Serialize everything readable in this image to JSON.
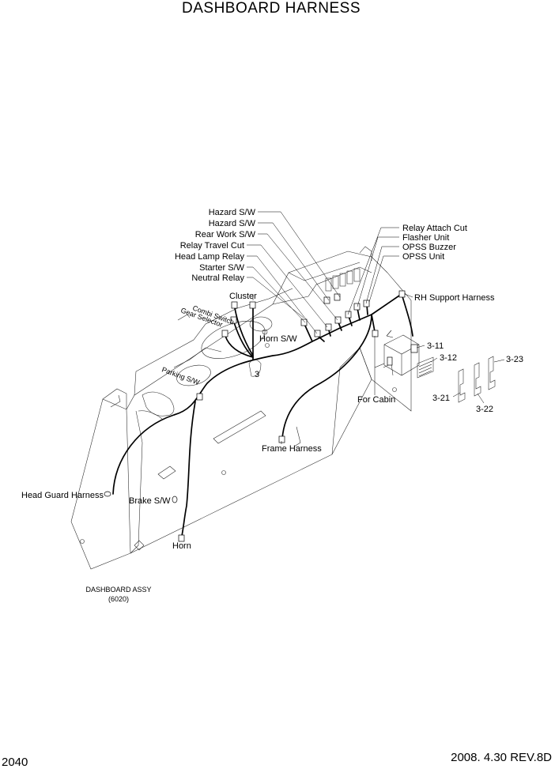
{
  "title": "DASHBOARD HARNESS",
  "labels": {
    "hazard_sw_1": "Hazard S/W",
    "hazard_sw_2": "Hazard S/W",
    "rear_work_sw": "Rear Work S/W",
    "relay_travel_cut": "Relay Travel Cut",
    "head_lamp_relay": "Head Lamp Relay",
    "starter_sw": "Starter S/W",
    "neutral_relay": "Neutral Relay",
    "relay_attach_cut": "Relay Attach Cut",
    "flasher_unit": "Flasher Unit",
    "opss_buzzer": "OPSS Buzzer",
    "opss_unit": "OPSS Unit",
    "rh_support_harness": "RH Support Harness",
    "cluster": "Cluster",
    "combi_switch": "Combi Switch",
    "gear_selector": "Gear Selector",
    "horn_sw": "Horn S/W",
    "parking_sw": "Parking S/W",
    "item_3": "3",
    "for_cabin": "For Cabin",
    "frame_harness": "Frame Harness",
    "head_guard_harness": "Head Guard Harness",
    "brake_sw": "Brake S/W",
    "horn": "Horn",
    "part_3_11": "3-11",
    "part_3_12": "3-12",
    "part_3_21": "3-21",
    "part_3_22": "3-22",
    "part_3_23": "3-23"
  },
  "assembly": {
    "name": "DASHBOARD ASSY",
    "code": "(6020)"
  },
  "footer": {
    "page_number": "2040",
    "date_rev": "2008. 4.30  REV.8D"
  }
}
